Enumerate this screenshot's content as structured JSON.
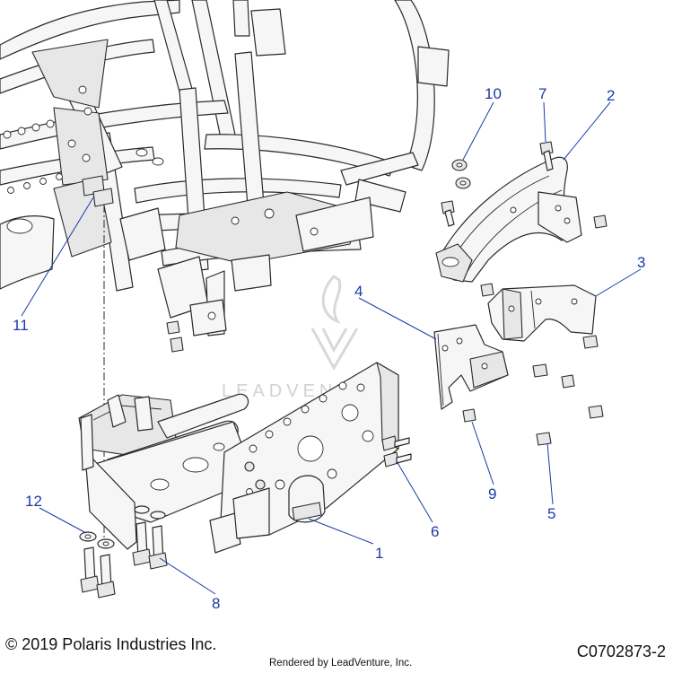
{
  "copyright": "© 2019 Polaris Industries Inc.",
  "figure_code": "C0702873-2",
  "rendered_by": "Rendered by LeadVenture, Inc.",
  "watermark_text": "LEADVENTURE",
  "callouts": [
    "1",
    "2",
    "3",
    "4",
    "5",
    "6",
    "7",
    "8",
    "9",
    "10",
    "11",
    "12"
  ],
  "colors": {
    "callout": "#1a3aa8",
    "line": "#2a2a2a",
    "fill": "#f6f6f6"
  }
}
